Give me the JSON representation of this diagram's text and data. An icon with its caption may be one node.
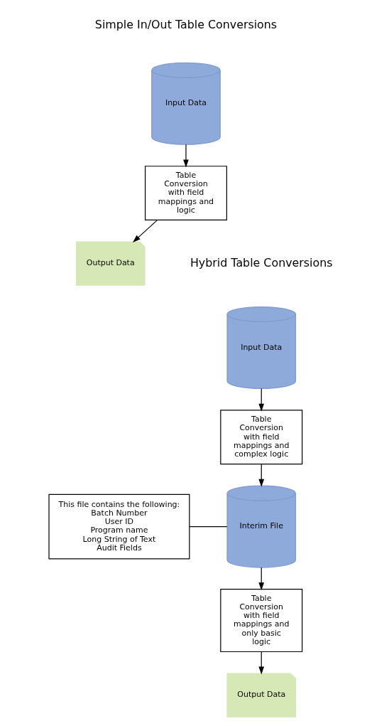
{
  "diagram": {
    "nodes": [
      {
        "text": [
          "Input Data"
        ]
      },
      {
        "text": [
          "Table Conversion with field mappings and logic"
        ]
      },
      {
        "text": [
          "Output Data"
        ]
      },
      {
        "text": [
          "Input Data"
        ]
      },
      {
        "text": [
          "Table Conversion with field mappings and complex logic"
        ]
      },
      {
        "text": [
          "Interim File"
        ]
      },
      {
        "text": [
          "Table Conversion with field mappings and only basic logic"
        ]
      },
      {
        "text": [
          "Output Data"
        ]
      },
      {
        "text": [
          "This file contains the following:",
          "Batch Number",
          "User ID",
          "Program name",
          "Long String of Text",
          "Audit Fields"
        ]
      }
    ],
    "edges": [
      {
        "from": 0,
        "to": 1,
        "arrow": "to"
      },
      {
        "from": 1,
        "to": 2,
        "arrow": "to"
      },
      {
        "from": 3,
        "to": 4,
        "arrow": "to"
      },
      {
        "from": 4,
        "to": 5,
        "arrow": "to"
      },
      {
        "from": 5,
        "to": 6,
        "arrow": "to"
      },
      {
        "from": 6,
        "to": 7,
        "arrow": "to"
      },
      {
        "from": 5,
        "to": 8,
        "arrow": "none"
      }
    ],
    "labels": [
      "Simple In/Out Table Conversions",
      "Hybrid Table Conversions"
    ]
  }
}
